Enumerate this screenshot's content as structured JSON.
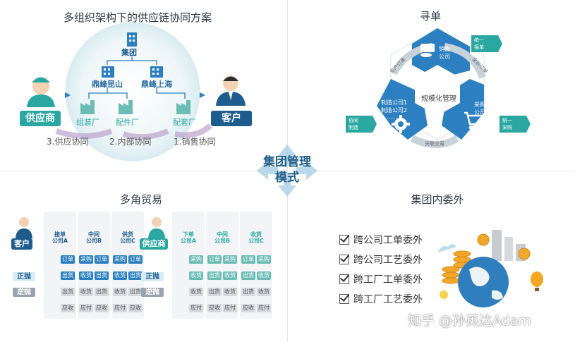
{
  "center": {
    "line1": "集团管理",
    "line2": "模式"
  },
  "q1": {
    "title": "多组织架构下的供应链协同方案",
    "group": "集团",
    "org_left": "鼎峰昆山",
    "org_right": "鼎峰上海",
    "supplier": "供应商",
    "customer": "客户",
    "plant1": "组装厂",
    "plant2": "配件厂",
    "plant3": "配套厂",
    "step3": "3.供应协同",
    "step2": "2.内部协同",
    "step1": "1.销售协同"
  },
  "q2": {
    "title": "寻单",
    "center": "规模化管理",
    "sales": "销售\n公司",
    "purchase": "采购\n公司",
    "mfg1": "制造公司1",
    "mfg2": "制造公司2",
    "mfg3": "......",
    "tag_order": "统一\n接单",
    "tag_buy": "统一\n采购",
    "tag_make": "协同\n制造",
    "arc_left": "生产订单",
    "arc_right": "采购订单",
    "arc_bottom": "关联交易"
  },
  "q3": {
    "title": "多角贸易",
    "left": {
      "actor": "客户",
      "headers": [
        "接单\n公司A",
        "中间\n公司B",
        "供货\n公司C"
      ],
      "rows": [
        [
          "订单",
          "采购",
          "订单",
          "采购",
          "订单"
        ],
        [
          "出货",
          "收货",
          "出货",
          "收货",
          "出货"
        ],
        [
          "出货",
          "收货",
          "出货",
          "收货",
          "出货"
        ],
        [
          "应收",
          "应付",
          "应收",
          "应付",
          "应收"
        ]
      ],
      "forward": "正抛",
      "reverse": "逆抛"
    },
    "right": {
      "actor": "供应商",
      "headers": [
        "下单\n公司A",
        "中间\n公司B",
        "收货\n公司C"
      ],
      "rows": [
        [
          "采购",
          "订单",
          "采购",
          "订单",
          "采购"
        ],
        [
          "收货",
          "出货",
          "收货",
          "出货",
          "收货"
        ],
        [
          "收货",
          "出货",
          "收货",
          "出货",
          "收货"
        ],
        [
          "应付",
          "应收",
          "应付",
          "应收",
          "应付"
        ]
      ],
      "forward": "正抛",
      "reverse": "逆抛"
    }
  },
  "q4": {
    "title": "集团内委外",
    "items": [
      "跨公司工单委外",
      "跨公司工艺委外",
      "跨工厂工单委外",
      "跨工厂工艺委外"
    ]
  },
  "watermark": "知乎 @孙英达Adam",
  "colors": {
    "blue": "#2c7fc0",
    "teal": "#2aa7a0",
    "dark": "#1e5c8e"
  }
}
